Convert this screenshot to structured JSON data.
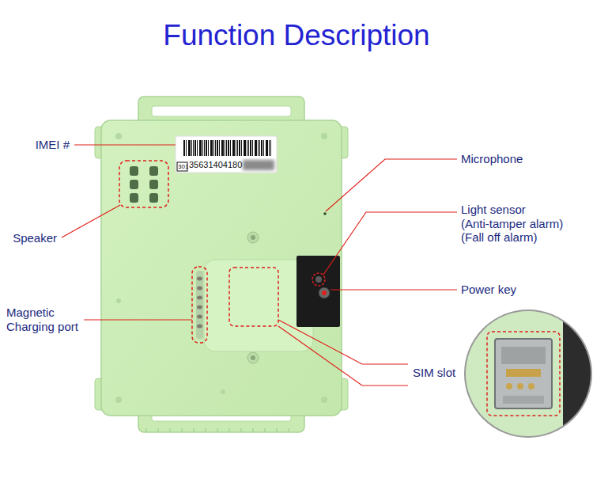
{
  "diagram": {
    "title": "Function Description",
    "labels": [
      "IMEI #",
      "Speaker",
      "Magnetic Charging port",
      "Microphone",
      "Light sensor",
      "(Anti-tamper alarm)",
      "(Fall off alarm)",
      "Power key",
      "SIM slot",
      "301",
      "35631404180"
    ]
  }
}
